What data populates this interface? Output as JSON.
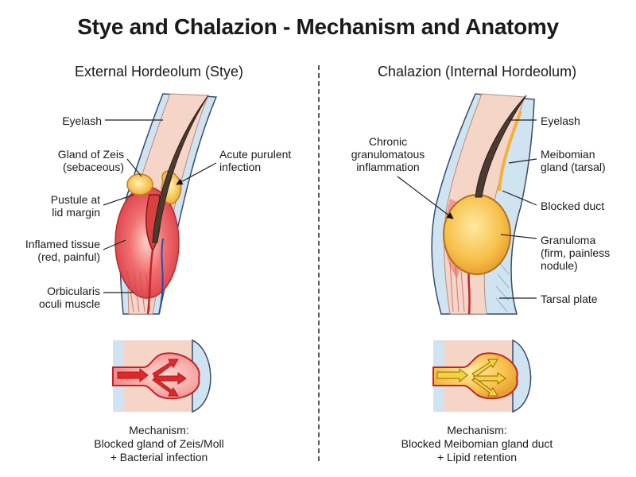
{
  "title": "Stye and Chalazion - Mechanism and Anatomy",
  "left": {
    "heading": "External Hordeolum (Stye)",
    "labels": {
      "eyelash": "Eyelash",
      "gland_zeis_1": "Gland of Zeis",
      "gland_zeis_2": "(sebaceous)",
      "acute_1": "Acute purulent",
      "acute_2": "infection",
      "pustule_1": "Pustule at",
      "pustule_2": "lid margin",
      "inflamed_1": "Inflamed tissue",
      "inflamed_2": "(red, painful)",
      "orbicularis_1": "Orbicularis",
      "orbicularis_2": "oculi muscle"
    },
    "mechanism": {
      "line1": "Mechanism:",
      "line2": "Blocked gland of Zeis/Moll",
      "line3": "+ Bacterial infection"
    }
  },
  "right": {
    "heading": "Chalazion (Internal Hordeolum)",
    "labels": {
      "chronic_1": "Chronic",
      "chronic_2": "granulomatous",
      "chronic_3": "inflammation",
      "eyelash": "Eyelash",
      "meibomian_1": "Meibomian",
      "meibomian_2": "gland (tarsal)",
      "blocked_duct": "Blocked duct",
      "granuloma_1": "Granuloma",
      "granuloma_2": "(firm, painless",
      "granuloma_3": "nodule)",
      "tarsal_plate": "Tarsal plate"
    },
    "mechanism": {
      "line1": "Mechanism:",
      "line2": "Blocked Meibomian gland duct",
      "line3": "+ Lipid retention"
    }
  },
  "colors": {
    "skin": "#f5d5c8",
    "conjunctiva": "#bfdcec",
    "inflamed": "#e8484c",
    "pus": "#f6c65a",
    "lash": "#4a3a30",
    "vessel_red": "#c0242a",
    "vessel_blue": "#2a4fa0",
    "outline": "#3a4a6a"
  }
}
